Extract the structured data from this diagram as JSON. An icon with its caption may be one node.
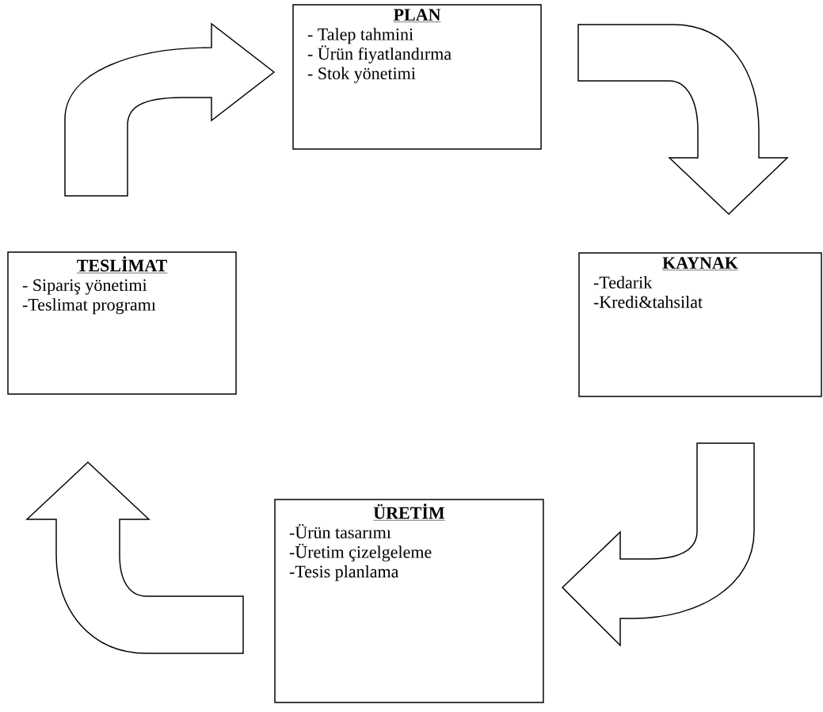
{
  "diagram": {
    "nodes": [
      {
        "text": [
          "PLAN",
          "- Talep tahmini",
          "- Ürün fiyatlandırma",
          "- Stok yönetimi"
        ]
      },
      {
        "text": [
          "KAYNAK",
          "-Tedarik",
          "-Kredi&tahsilat"
        ]
      },
      {
        "text": [
          "ÜRETİM",
          "-Ürün tasarımı",
          "-Üretim çizelgeleme",
          "-Tesis planlama"
        ]
      },
      {
        "text": [
          "TESLİMAT",
          "- Sipariş yönetimi",
          "-Teslimat programı"
        ]
      }
    ],
    "edges": [
      {
        "from": 3,
        "to": 0,
        "arrow": "to"
      },
      {
        "from": 0,
        "to": 1,
        "arrow": "to"
      },
      {
        "from": 1,
        "to": 2,
        "arrow": "to"
      },
      {
        "from": 2,
        "to": 3,
        "arrow": "to"
      }
    ]
  }
}
